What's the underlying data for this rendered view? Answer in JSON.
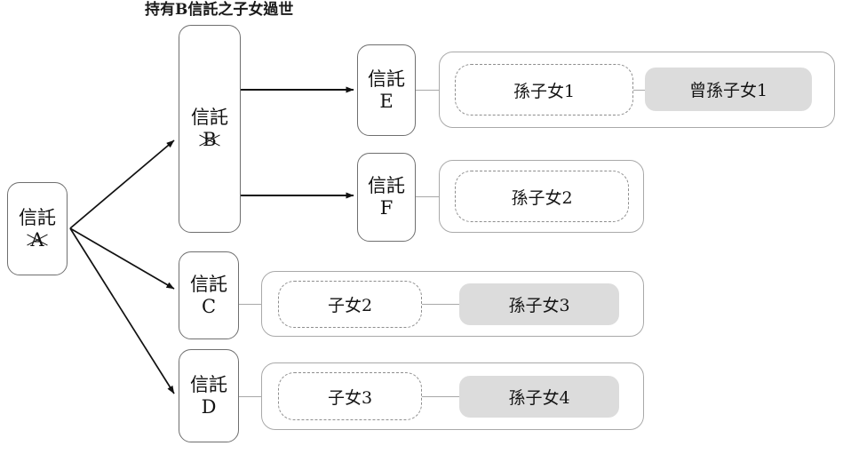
{
  "diagram": {
    "title": "持有B信託之子女過世",
    "type": "trust-structure-flow",
    "colors": {
      "node_border": "#6f6f6f",
      "panel_border": "#a9a9a9",
      "dashed_border": "#8e8e8e",
      "filled_chip_bg": "#dcdcdc",
      "arrow": "#111111",
      "connector": "#a8a8a8",
      "background": "#ffffff"
    }
  },
  "nodes": {
    "trust_a": {
      "prefix": "信託",
      "label": "A",
      "struck": true
    },
    "trust_b": {
      "prefix": "信託",
      "label": "B",
      "struck": true
    },
    "trust_c": {
      "prefix": "信託",
      "label": "C",
      "struck": false
    },
    "trust_d": {
      "prefix": "信託",
      "label": "D",
      "struck": false
    },
    "trust_e": {
      "prefix": "信託",
      "label": "E",
      "struck": false
    },
    "trust_f": {
      "prefix": "信託",
      "label": "F",
      "struck": false
    }
  },
  "rows": {
    "row_e": {
      "beneficiary": "孫子女1",
      "descendant": "曾孫子女1"
    },
    "row_f": {
      "beneficiary": "孫子女2",
      "descendant": null
    },
    "row_c": {
      "beneficiary": "子女2",
      "descendant": "孫子女3"
    },
    "row_d": {
      "beneficiary": "子女3",
      "descendant": "孫子女4"
    }
  },
  "edges": [
    {
      "from": "信託A",
      "to": "信託B",
      "style": "arrow"
    },
    {
      "from": "信託A",
      "to": "信託C",
      "style": "arrow"
    },
    {
      "from": "信託A",
      "to": "信託D",
      "style": "arrow"
    },
    {
      "from": "信託B",
      "to": "信託E",
      "style": "arrow"
    },
    {
      "from": "信託B",
      "to": "信託F",
      "style": "arrow"
    },
    {
      "from": "信託E",
      "to": "孫子女1",
      "style": "line"
    },
    {
      "from": "信託F",
      "to": "孫子女2",
      "style": "line"
    },
    {
      "from": "信託C",
      "to": "子女2",
      "style": "line"
    },
    {
      "from": "信託D",
      "to": "子女3",
      "style": "line"
    },
    {
      "from": "孫子女1",
      "to": "曾孫子女1",
      "style": "line"
    },
    {
      "from": "子女2",
      "to": "孫子女3",
      "style": "line"
    },
    {
      "from": "子女3",
      "to": "孫子女4",
      "style": "line"
    }
  ]
}
